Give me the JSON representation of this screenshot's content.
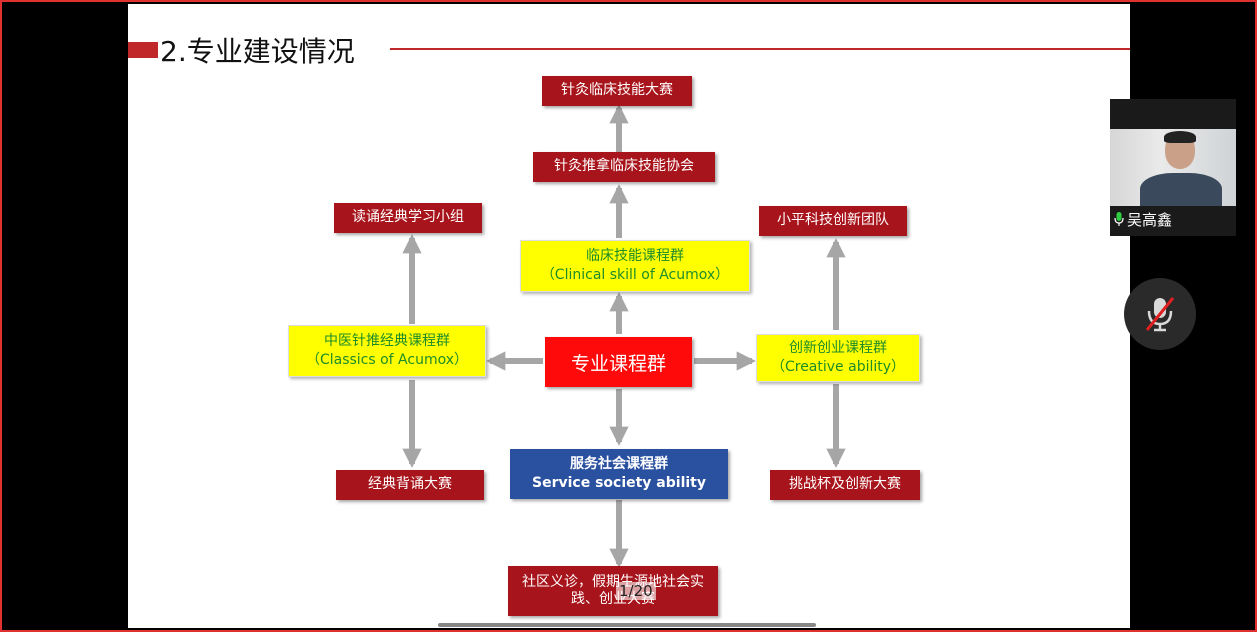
{
  "slide": {
    "title": "2.专业建设情况",
    "page_indicator": "1/20",
    "nodes": {
      "top_competition": "针灸临床技能大赛",
      "top_association": "针灸推拿临床技能协会",
      "clinical_cn": "临床技能课程群",
      "clinical_en": "（Clinical skill of Acumox）",
      "classics_top": "读诵经典学习小组",
      "classics_cn": "中医针推经典课程群",
      "classics_en": "（Classics of Acumox）",
      "classics_bottom": "经典背诵大赛",
      "core": "专业课程群",
      "innovation_top": "小平科技创新团队",
      "innovation_cn": "创新创业课程群",
      "innovation_en": "（Creative ability）",
      "innovation_bottom": "挑战杯及创新大赛",
      "service_cn": "服务社会课程群",
      "service_en": "Service society ability",
      "service_bottom": "社区义诊，假期生源地社会实践、创业大赛"
    }
  },
  "participant": {
    "name": "吴高鑫"
  },
  "colors": {
    "accent_red": "#c0282a",
    "node_red": "#a8141b",
    "core_red": "#ff0a0a",
    "yellow": "#ffff00",
    "blue": "#2a50a0",
    "arrow_gray": "#a6a6a6"
  },
  "icons": {
    "mic_muted": "mic-off-icon",
    "mic_active": "mic-icon"
  }
}
